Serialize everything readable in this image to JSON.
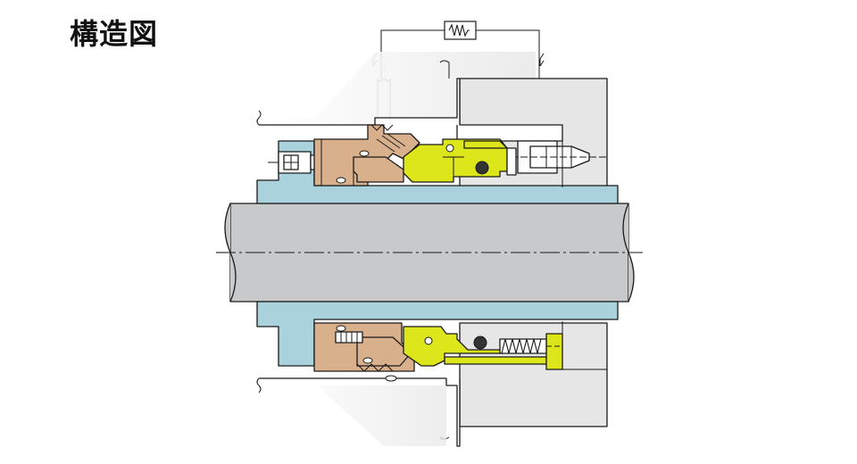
{
  "title": "構造図",
  "colors": {
    "shaft": "#c8c9cb",
    "sleeve": "#a9d2dd",
    "housing": "#e6e6e6",
    "rotary_ring": "#d9b08c",
    "stationary_ring": "#dde61a",
    "outline": "#1a1a1a"
  },
  "icons": {
    "flow_indicator": "zigzag-coil",
    "spring": "coil-spring",
    "o_ring": "filled-circle"
  }
}
